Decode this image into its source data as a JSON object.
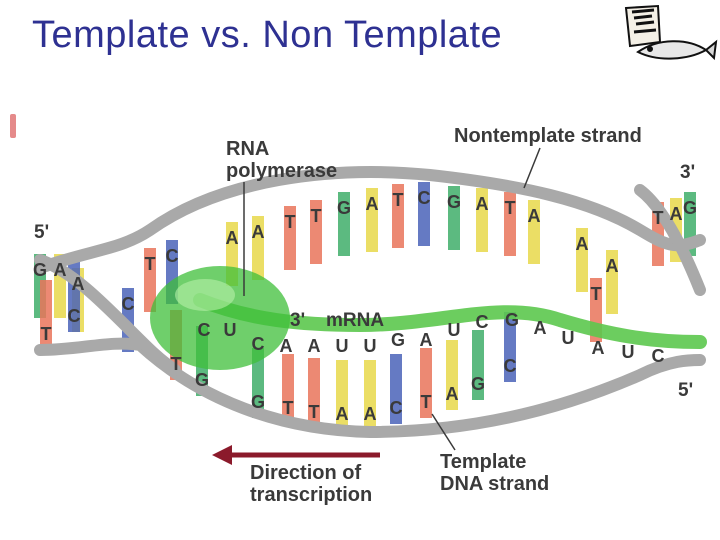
{
  "slide": {
    "title": "Template vs. Non Template"
  },
  "labels": {
    "rna_polymerase_1": "RNA",
    "rna_polymerase_2": "polymerase",
    "nontemplate_strand": "Nontemplate strand",
    "mrna": "mRNA",
    "direction_1": "Direction of",
    "direction_2": "transcription",
    "template_1": "Template",
    "template_2": "DNA strand"
  },
  "ends": {
    "top_left": "5'",
    "top_right": "3'",
    "mrna_end": "3'",
    "bottom_right": "5'"
  },
  "bases": {
    "nontemplate": [
      "G",
      "A",
      "A",
      "C",
      "T",
      "C",
      "A",
      "A",
      "T",
      "T",
      "G",
      "A",
      "T",
      "C",
      "G",
      "A",
      "T",
      "A",
      "A",
      "A",
      "T",
      "T",
      "A",
      "G"
    ],
    "template": [
      "T",
      "C",
      "T",
      "G",
      "G",
      "T",
      "T",
      "A",
      "A",
      "C",
      "T",
      "A",
      "G",
      "C"
    ],
    "mrna": [
      "C",
      "U",
      "C",
      "A",
      "A",
      "U",
      "U",
      "G",
      "A",
      "U",
      "C",
      "G",
      "A",
      "U",
      "A",
      "U",
      "C"
    ],
    "left_helix": [
      "G",
      "A",
      "G",
      "T",
      "C",
      "A"
    ]
  },
  "colors": {
    "A": "#e8d84a",
    "T": "#e9745a",
    "G": "#3fae6a",
    "C": "#4a63b8",
    "U": "#e36a8f",
    "backbone": "#a9a9a9",
    "mrna": "#5cc84e",
    "polymerase": "#3fbf3a",
    "arrow": "#8b1a2b"
  }
}
